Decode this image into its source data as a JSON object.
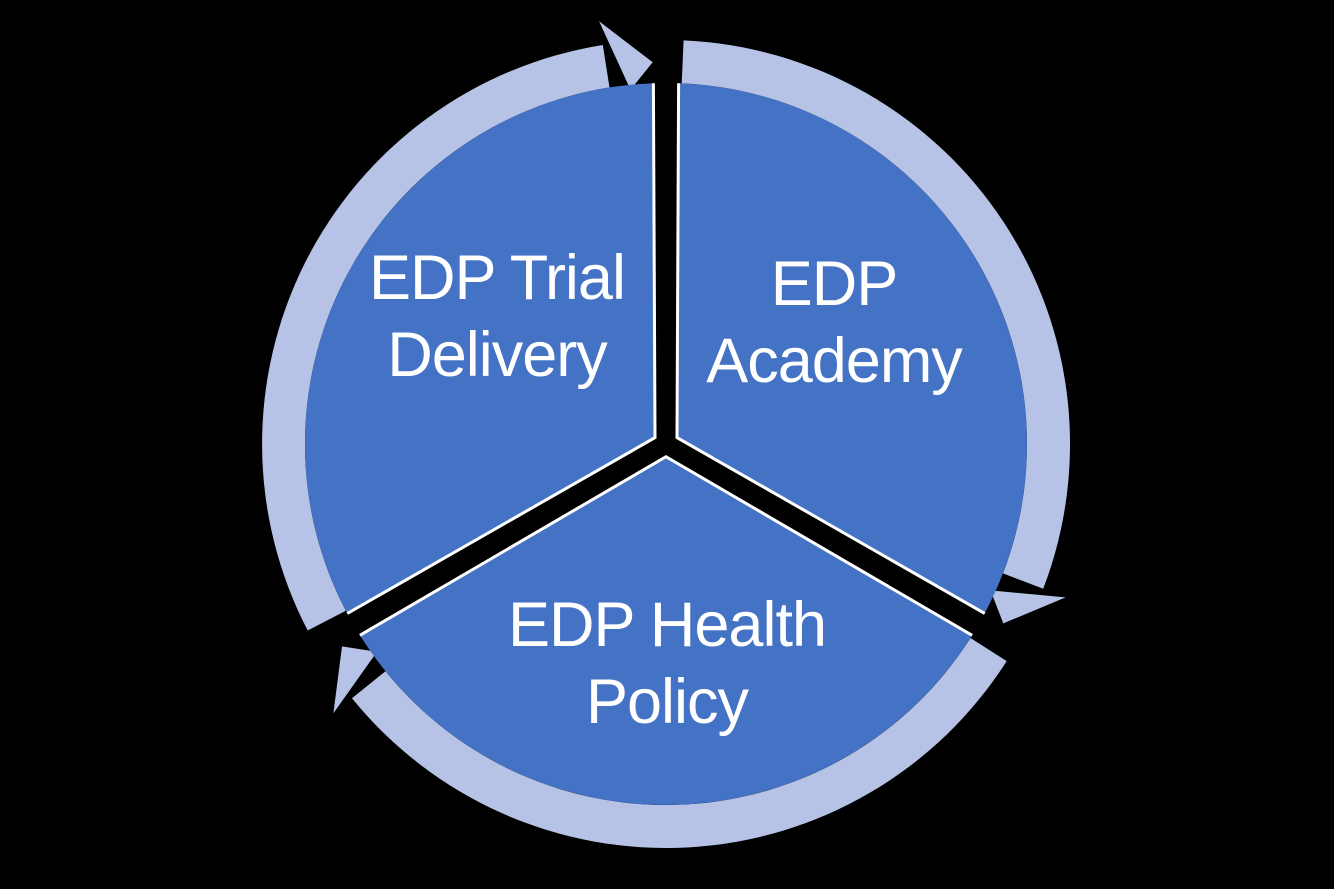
{
  "diagram": {
    "type": "segmented-cycle",
    "direction": "clockwise",
    "segment_count": 3,
    "segments": [
      {
        "label": "EDP Trial Delivery",
        "line1": "EDP Trial",
        "line2": "Delivery",
        "position": "top-left"
      },
      {
        "label": "EDP Academy",
        "line1": "EDP",
        "line2": "Academy",
        "position": "top-right"
      },
      {
        "label": "EDP Health Policy",
        "line1": "EDP Health",
        "line2": "Policy",
        "position": "bottom"
      }
    ],
    "colors": {
      "background": "#000000",
      "segment_fill": "#4472c4",
      "ring_fill": "#b6c3e6",
      "segment_outline": "#ffffff",
      "label_text": "#ffffff"
    }
  }
}
